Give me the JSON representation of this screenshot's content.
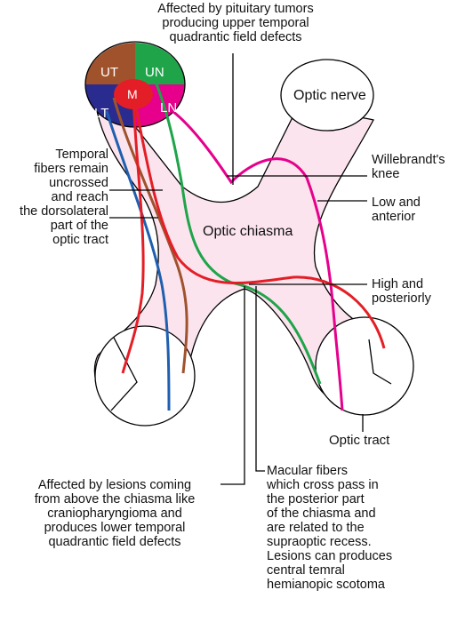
{
  "quadrants": {
    "ut": "UT",
    "un": "UN",
    "lt": "LT",
    "ln": "LN",
    "m": "M"
  },
  "labels": {
    "optic_nerve": "Optic nerve",
    "optic_chiasma": "Optic chiasma",
    "optic_tract": "Optic tract",
    "pituitary": [
      "Affected by pituitary tumors",
      "producing upper temporal",
      "quadrantic field defects"
    ],
    "temporal_fibers": [
      "Temporal",
      "fibers remain",
      "uncrossed",
      "and reach",
      "the dorsolateral",
      "part of the",
      "optic tract"
    ],
    "willebrandt": [
      "Willebrandt's",
      "knee"
    ],
    "low_anterior": [
      "Low and",
      "anterior"
    ],
    "high_posterior": [
      "High and",
      "posteriorly"
    ],
    "craniopharyngioma": [
      "Affected by lesions coming",
      "from above the chiasma like",
      "craniopharyngioma and",
      "produces lower temporal",
      "quadrantic field defects"
    ],
    "macular": [
      "Macular fibers",
      "which cross pass in",
      "the posterior part",
      "of the chiasma and",
      "are related to the",
      "supraoptic recess.",
      "Lesions can produces",
      "central temral",
      "hemianopic scotoma"
    ]
  },
  "colors": {
    "chiasma_fill": "#fbe4ee",
    "upper_temporal": "#a0522d",
    "upper_nasal": "#1fa44a",
    "lower_temporal": "#2a2b8f",
    "lower_nasal": "#e6008c",
    "macula": "#e41e26",
    "lt_fiber": "#1f5fb0"
  }
}
